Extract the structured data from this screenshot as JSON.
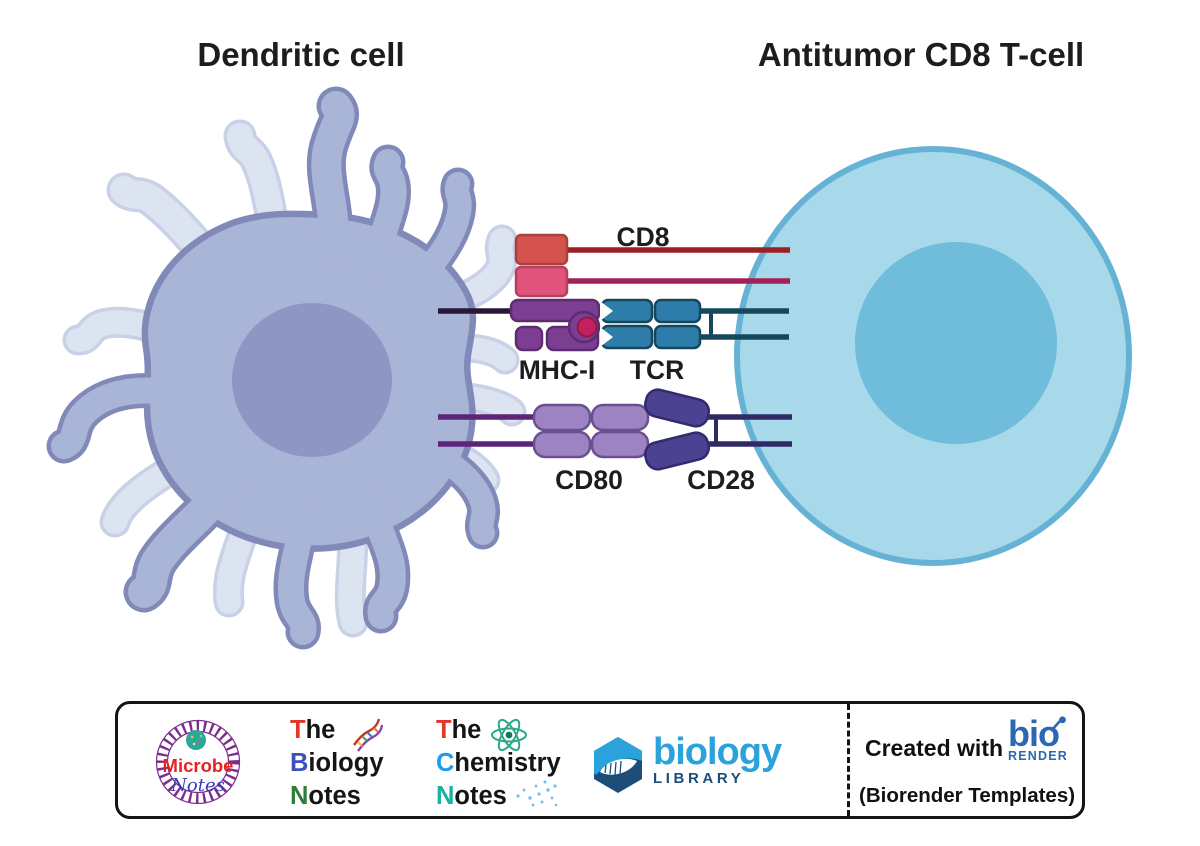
{
  "diagram": {
    "dendritic_cell_title": "Dendritic cell",
    "t_cell_title": "Antitumor CD8 T-cell",
    "labels": {
      "cd8": "CD8",
      "mhc1": "MHC-I",
      "tcr": "TCR",
      "cd80": "CD80",
      "cd28": "CD28"
    },
    "colors": {
      "dendritic_body": "#a9b5d6",
      "dendritic_outline": "#8189b9",
      "dendritic_nucleus": "#8e96c4",
      "dendritic_ghost": "#dce3f1",
      "dendritic_ghost_outline": "#c8d1e6",
      "tcell_body": "#a8d9ea",
      "tcell_outline": "#66b2d5",
      "tcell_nucleus": "#70bcdb",
      "cd8_box_top": "#d5534f",
      "cd8_box_bottom": "#e0547c",
      "cd8_stalk_top": "#9b2023",
      "cd8_stalk_bottom": "#a22158",
      "mhc1_fill": "#7b3e92",
      "mhc1_stalk": "#2b1638",
      "peptide": "#c32060",
      "tcr_fill": "#2e7ca9",
      "tcr_stalk": "#16485d",
      "cd80_fill": "#9d83c1",
      "cd80_stalk": "#5b2579",
      "cd28_fill": "#4b4291",
      "cd28_stalk": "#2f2a64",
      "label_color": "#1d1d1f"
    }
  },
  "footer": {
    "microbe_notes": {
      "line1": "Microbe",
      "line2": "Notes"
    },
    "the_biology_notes": {
      "w1_initial": "T",
      "w1_rest": "he",
      "w2_initial": "B",
      "w2_rest": "iology",
      "w3_initial": "N",
      "w3_rest": "otes"
    },
    "the_chemistry_notes": {
      "w1_initial": "T",
      "w1_rest": "he",
      "w2_initial": "C",
      "w2_rest": "hemistry",
      "w3_initial": "N",
      "w3_rest": "otes"
    },
    "biology_library": {
      "name": "biology",
      "subname": "LIBRARY"
    },
    "created_with": {
      "label": "Created with",
      "brand_top": "bio",
      "brand_bottom": "RENDER",
      "subtext": "(Biorender Templates)"
    }
  }
}
